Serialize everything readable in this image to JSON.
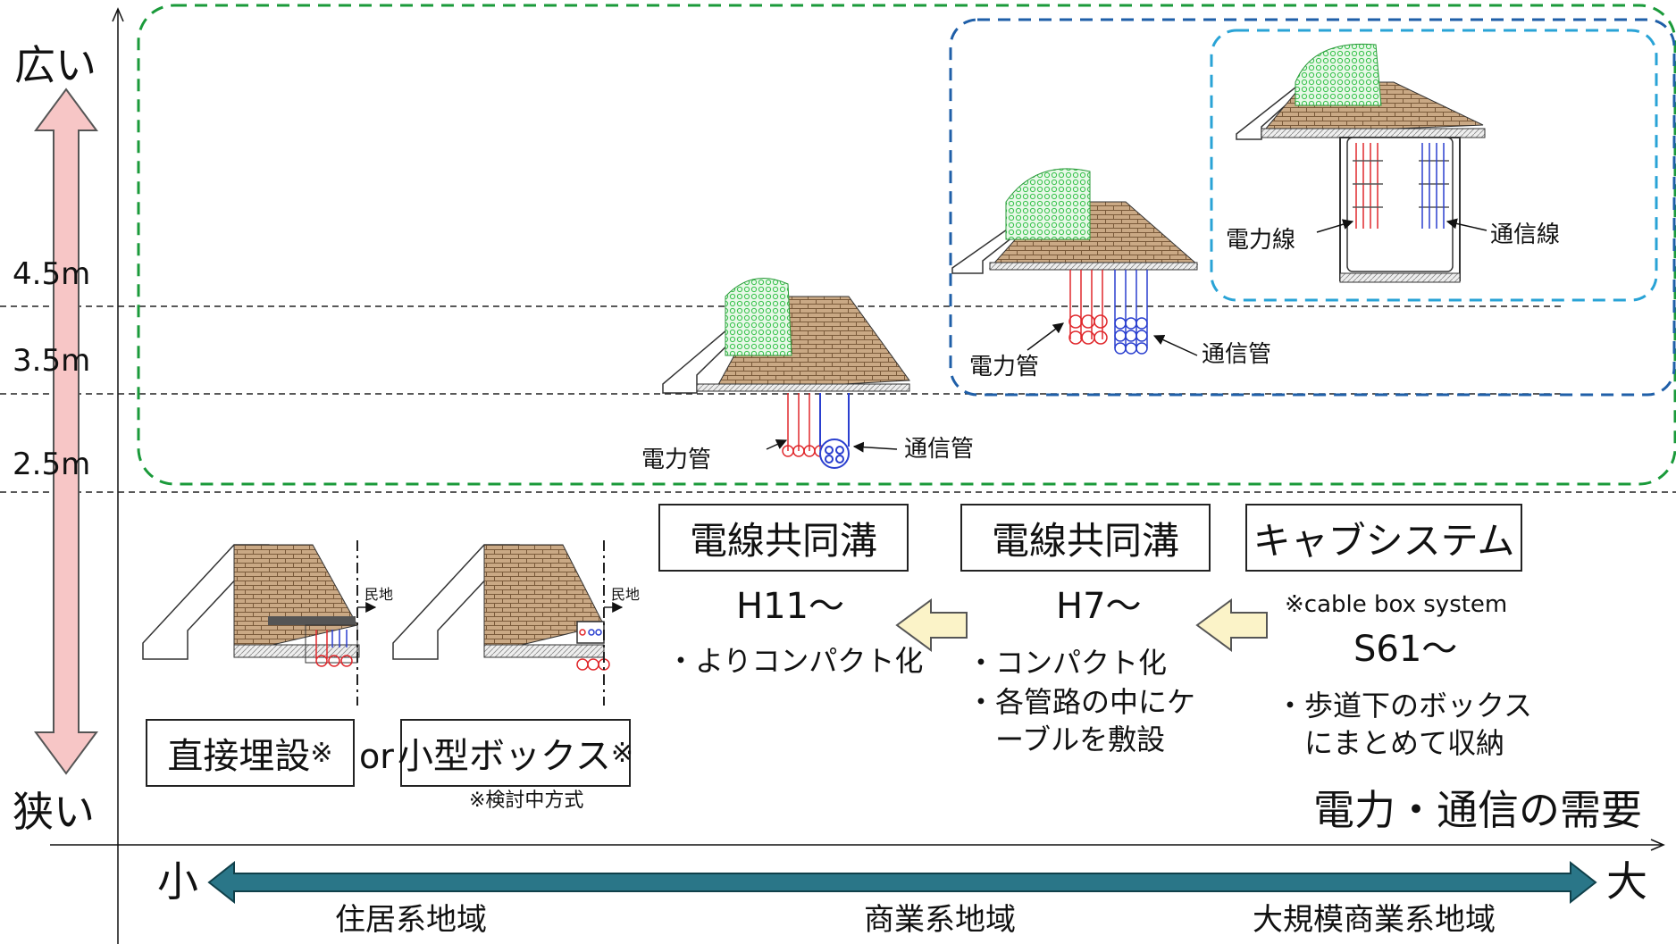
{
  "y_axis": {
    "top_label": "広い",
    "bottom_label": "狭い",
    "ticks": [
      "4.5m",
      "3.5m",
      "2.5m"
    ]
  },
  "x_axis": {
    "title": "電力・通信の需要",
    "small_label": "小",
    "large_label": "大",
    "regions": [
      "住居系地域",
      "商業系地域",
      "大規模商業系地域"
    ]
  },
  "methods": {
    "direct_burial": "直接埋設",
    "or_text": "or",
    "small_box": "小型ボックス",
    "mark": "※",
    "under_review_note": "※検討中方式",
    "private_land": "民地"
  },
  "stages": [
    {
      "name": "電線共同溝",
      "era": "H11～",
      "notes": [
        "・よりコンパクト化"
      ]
    },
    {
      "name": "電線共同溝",
      "era": "H7～",
      "notes": [
        "・コンパクト化",
        "・各管路の中にケ",
        "　ーブルを敷設"
      ]
    },
    {
      "name": "キャブシステム",
      "subtitle": "※cable box system",
      "era": "S61～",
      "notes": [
        "・歩道下のボックス",
        "　にまとめて収納"
      ]
    }
  ],
  "labels": {
    "power_pipe": "電力管",
    "comm_pipe": "通信管",
    "power_line": "電力線",
    "comm_line": "通信線"
  },
  "colors": {
    "outer_group": "#1a9a3a",
    "mid_group": "#1f5fa8",
    "inner_group": "#29a3d6",
    "height_arrow": "#f7c6c6",
    "demand_arrow": "#2a7688",
    "flow_arrow": "#fbf3c8",
    "power": "#e0282c",
    "comm": "#2a3fcf"
  }
}
